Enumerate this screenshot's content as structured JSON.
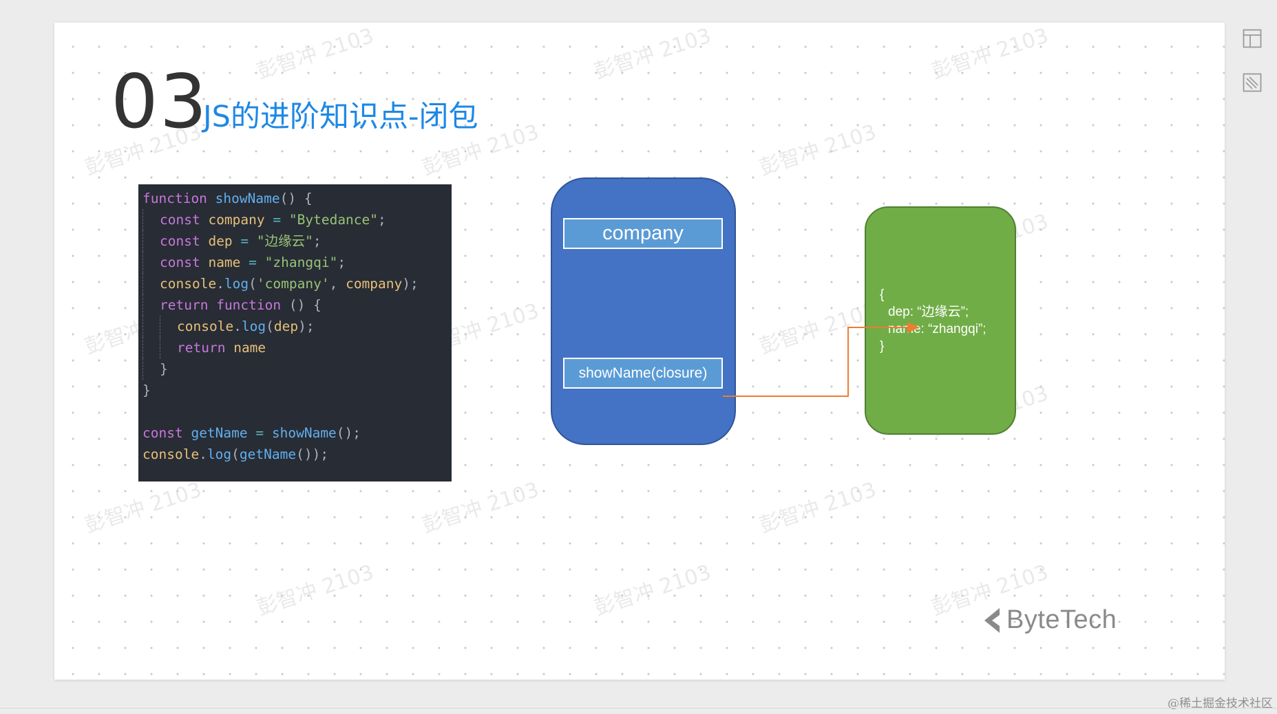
{
  "slide": {
    "section_number": "03",
    "title": "JS的进阶知识点-闭包"
  },
  "code": {
    "lines": [
      [
        {
          "t": "function",
          "c": "kw"
        },
        {
          "t": " "
        },
        {
          "t": "showName",
          "c": "fn"
        },
        {
          "t": "() {",
          "c": "pn"
        }
      ],
      [
        {
          "t": "const",
          "c": "kw"
        },
        {
          "t": " "
        },
        {
          "t": "company",
          "c": "var"
        },
        {
          "t": " = ",
          "c": "op"
        },
        {
          "t": "\"Bytedance\"",
          "c": "str"
        },
        {
          "t": ";",
          "c": "pn"
        }
      ],
      [
        {
          "t": "const",
          "c": "kw"
        },
        {
          "t": " "
        },
        {
          "t": "dep",
          "c": "var"
        },
        {
          "t": " = ",
          "c": "op"
        },
        {
          "t": "\"边缘云\"",
          "c": "str"
        },
        {
          "t": ";",
          "c": "pn"
        }
      ],
      [
        {
          "t": "const",
          "c": "kw"
        },
        {
          "t": " "
        },
        {
          "t": "name",
          "c": "var"
        },
        {
          "t": " = ",
          "c": "op"
        },
        {
          "t": "\"zhangqi\"",
          "c": "str"
        },
        {
          "t": ";",
          "c": "pn"
        }
      ],
      [
        {
          "t": "console",
          "c": "var"
        },
        {
          "t": ".",
          "c": "pn"
        },
        {
          "t": "log",
          "c": "fn"
        },
        {
          "t": "(",
          "c": "pn"
        },
        {
          "t": "'company'",
          "c": "str"
        },
        {
          "t": ", ",
          "c": "pn"
        },
        {
          "t": "company",
          "c": "var"
        },
        {
          "t": ");",
          "c": "pn"
        }
      ],
      [
        {
          "t": "return",
          "c": "kw"
        },
        {
          "t": " "
        },
        {
          "t": "function",
          "c": "kw"
        },
        {
          "t": " () {",
          "c": "pn"
        }
      ],
      [
        {
          "t": "console",
          "c": "var"
        },
        {
          "t": ".",
          "c": "pn"
        },
        {
          "t": "log",
          "c": "fn"
        },
        {
          "t": "(",
          "c": "pn"
        },
        {
          "t": "dep",
          "c": "var"
        },
        {
          "t": ");",
          "c": "pn"
        }
      ],
      [
        {
          "t": "return",
          "c": "kw"
        },
        {
          "t": " "
        },
        {
          "t": "name",
          "c": "var"
        }
      ],
      [
        {
          "t": "}",
          "c": "pn"
        }
      ],
      [
        {
          "t": "}",
          "c": "pn"
        }
      ],
      [],
      [
        {
          "t": "const",
          "c": "kw"
        },
        {
          "t": " "
        },
        {
          "t": "getName",
          "c": "fn"
        },
        {
          "t": " = ",
          "c": "op"
        },
        {
          "t": "showName",
          "c": "fn"
        },
        {
          "t": "();",
          "c": "pn"
        }
      ],
      [
        {
          "t": "console",
          "c": "var"
        },
        {
          "t": ".",
          "c": "pn"
        },
        {
          "t": "log",
          "c": "fn"
        },
        {
          "t": "(",
          "c": "pn"
        },
        {
          "t": "getName",
          "c": "fn"
        },
        {
          "t": "());",
          "c": "pn"
        }
      ]
    ],
    "indents": [
      0,
      1,
      1,
      1,
      1,
      1,
      2,
      2,
      1,
      0,
      0,
      0,
      0
    ]
  },
  "diagram": {
    "outer_box_color": "#4472c4",
    "company_label": "company",
    "closure_label": "showName(closure)",
    "closure_box_color": "#70ad47",
    "closure_object": {
      "open": "{",
      "dep_line": "dep: “边缘云”;",
      "name_line": "name: “zhangqi”;",
      "close": "}"
    },
    "arrow_color": "#ed7d31"
  },
  "brand": {
    "name": "ByteTech"
  },
  "watermark": {
    "text": "彭智冲 2103"
  },
  "footer": {
    "credit": "@稀土掘金技术社区"
  },
  "side_tools": [
    {
      "icon": "layout-panel-icon"
    },
    {
      "icon": "annotation-icon"
    }
  ]
}
